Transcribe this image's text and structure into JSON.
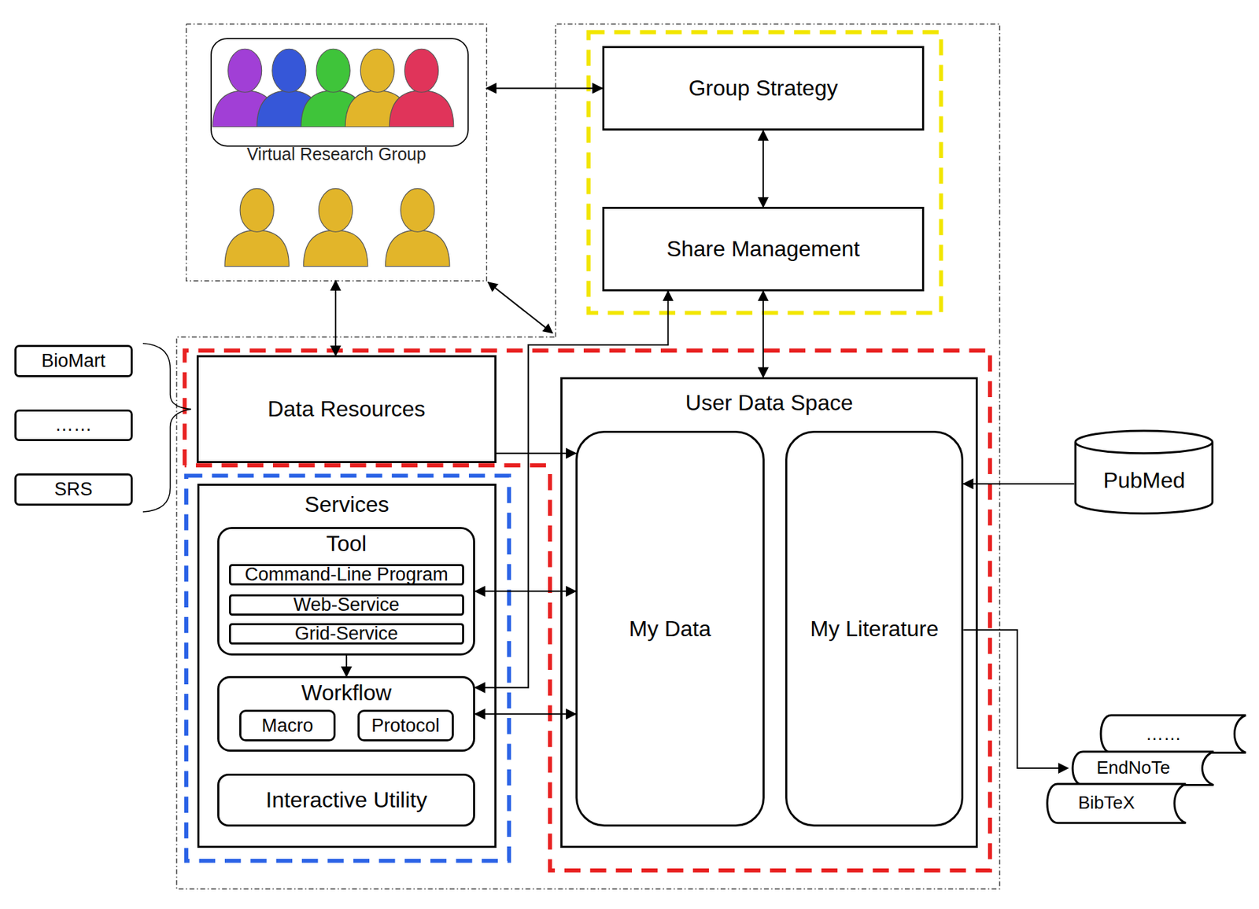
{
  "diagram": {
    "nodes": [
      {
        "text": [
          "Virtual Research Group"
        ]
      },
      {
        "text": [
          "Group Strategy"
        ]
      },
      {
        "text": [
          "Share Management"
        ]
      },
      {
        "text": [
          "BioMart"
        ]
      },
      {
        "text": [
          "……"
        ]
      },
      {
        "text": [
          "SRS"
        ]
      },
      {
        "text": [
          "Data Resources"
        ]
      },
      {
        "text": [
          "Services"
        ]
      },
      {
        "text": [
          "Tool"
        ],
        "in": 7
      },
      {
        "text": [
          "Command-Line Program"
        ],
        "in": 8
      },
      {
        "text": [
          "Web-Service"
        ],
        "in": 8
      },
      {
        "text": [
          "Grid-Service"
        ],
        "in": 8
      },
      {
        "text": [
          "Workflow"
        ],
        "in": 7
      },
      {
        "text": [
          "Macro"
        ],
        "in": 12
      },
      {
        "text": [
          "Protocol"
        ],
        "in": 12
      },
      {
        "text": [
          "Interactive Utility"
        ],
        "in": 7
      },
      {
        "text": [
          "User Data Space"
        ]
      },
      {
        "text": [
          "My Data"
        ],
        "in": 16
      },
      {
        "text": [
          "My Literature"
        ],
        "in": 16
      },
      {
        "text": [
          "PubMed"
        ]
      },
      {
        "text": [
          "……"
        ]
      },
      {
        "text": [
          "EndNoTe"
        ]
      },
      {
        "text": [
          "BibTeX"
        ]
      }
    ],
    "edges": [
      {
        "from": 0,
        "to": 1,
        "arrow": "both"
      },
      {
        "from": 1,
        "to": 2,
        "arrow": "both"
      },
      {
        "from": 0,
        "to": 6,
        "arrow": "both"
      },
      {
        "from": 2,
        "to": 16,
        "arrow": "both"
      },
      {
        "from": 12,
        "to": 2,
        "arrow": "both"
      },
      {
        "from": 6,
        "to": 17,
        "arrow": "to"
      },
      {
        "from": 8,
        "to": 12,
        "arrow": "to"
      },
      {
        "from": 8,
        "to": 17,
        "arrow": "both"
      },
      {
        "from": 12,
        "to": 17,
        "arrow": "both"
      },
      {
        "from": 19,
        "to": 18,
        "arrow": "to"
      },
      {
        "from": 18,
        "to": 21,
        "arrow": "to"
      }
    ]
  }
}
